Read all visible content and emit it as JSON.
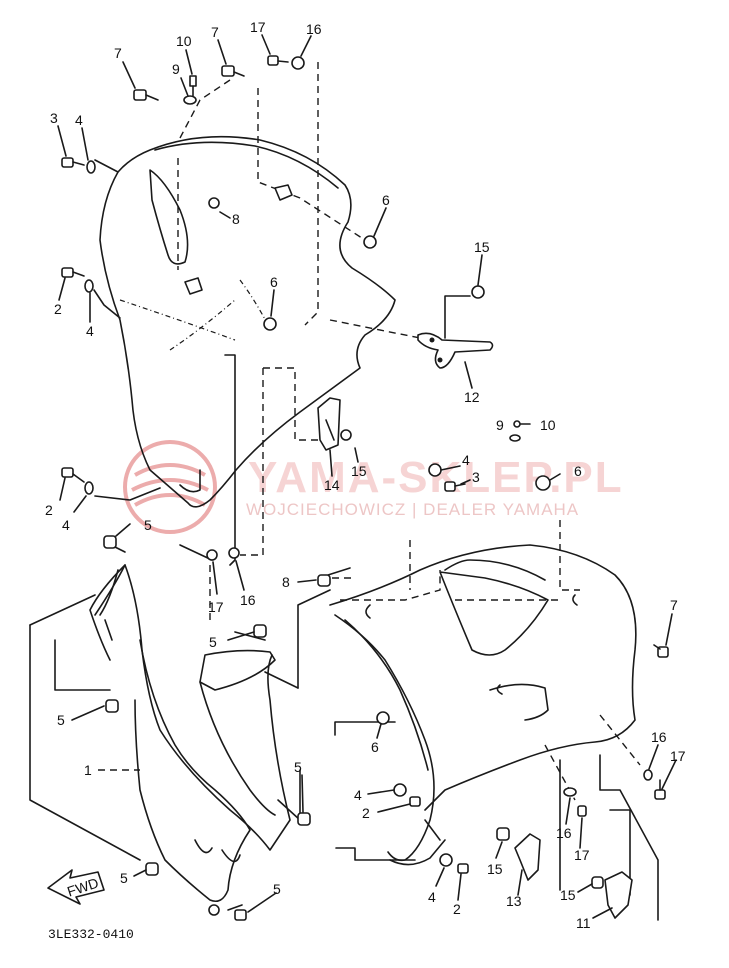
{
  "diagram_code": "3LE332-0410",
  "fwd_label": "FWD",
  "watermark": {
    "title": "YAMA-SKLEP.PL",
    "subtitle": "WOJCIECHOWICZ | DEALER YAMAHA",
    "logo_color": "#e58a8a"
  },
  "callouts": [
    {
      "id": "c-7a",
      "text": "7"
    },
    {
      "id": "c-10a",
      "text": "10"
    },
    {
      "id": "c-9a",
      "text": "9"
    },
    {
      "id": "c-7b",
      "text": "7"
    },
    {
      "id": "c-17a",
      "text": "17"
    },
    {
      "id": "c-16a",
      "text": "16"
    },
    {
      "id": "c-3a",
      "text": "3"
    },
    {
      "id": "c-4a",
      "text": "4"
    },
    {
      "id": "c-8a",
      "text": "8"
    },
    {
      "id": "c-6a",
      "text": "6"
    },
    {
      "id": "c-2a",
      "text": "2"
    },
    {
      "id": "c-4b",
      "text": "4"
    },
    {
      "id": "c-6b",
      "text": "6"
    },
    {
      "id": "c-15a",
      "text": "15"
    },
    {
      "id": "c-12",
      "text": "12"
    },
    {
      "id": "c-9b",
      "text": "9"
    },
    {
      "id": "c-10b",
      "text": "10"
    },
    {
      "id": "c-15b",
      "text": "15"
    },
    {
      "id": "c-14",
      "text": "14"
    },
    {
      "id": "c-4c",
      "text": "4"
    },
    {
      "id": "c-3b",
      "text": "3"
    },
    {
      "id": "c-6c",
      "text": "6"
    },
    {
      "id": "c-2b",
      "text": "2"
    },
    {
      "id": "c-4d",
      "text": "4"
    },
    {
      "id": "c-5a",
      "text": "5"
    },
    {
      "id": "c-17b",
      "text": "17"
    },
    {
      "id": "c-16b",
      "text": "16"
    },
    {
      "id": "c-8b",
      "text": "8"
    },
    {
      "id": "c-5b",
      "text": "5"
    },
    {
      "id": "c-7c",
      "text": "7"
    },
    {
      "id": "c-5c",
      "text": "5"
    },
    {
      "id": "c-1",
      "text": "1"
    },
    {
      "id": "c-6d",
      "text": "6"
    },
    {
      "id": "c-5d",
      "text": "5"
    },
    {
      "id": "c-4e",
      "text": "4"
    },
    {
      "id": "c-2c",
      "text": "2"
    },
    {
      "id": "c-16c",
      "text": "16"
    },
    {
      "id": "c-17c",
      "text": "17"
    },
    {
      "id": "c-16d",
      "text": "16"
    },
    {
      "id": "c-17d",
      "text": "17"
    },
    {
      "id": "c-5e",
      "text": "5"
    },
    {
      "id": "c-15c",
      "text": "15"
    },
    {
      "id": "c-4f",
      "text": "4"
    },
    {
      "id": "c-2d",
      "text": "2"
    },
    {
      "id": "c-13",
      "text": "13"
    },
    {
      "id": "c-15d",
      "text": "15"
    },
    {
      "id": "c-11",
      "text": "11"
    },
    {
      "id": "c-5f",
      "text": "5"
    }
  ]
}
